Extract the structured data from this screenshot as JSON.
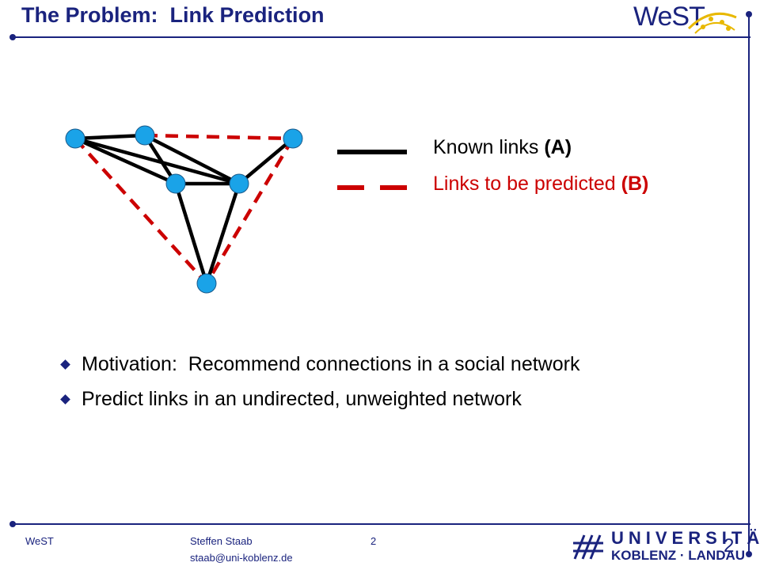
{
  "title": "The Problem:  Link Prediction",
  "logo": {
    "west": "WeST"
  },
  "graph": {
    "nodes": [
      {
        "id": "n1"
      },
      {
        "id": "n2"
      },
      {
        "id": "n3"
      },
      {
        "id": "n4"
      },
      {
        "id": "n5"
      },
      {
        "id": "n6"
      }
    ],
    "known_edges": [
      [
        "n1",
        "n2"
      ],
      [
        "n1",
        "n4"
      ],
      [
        "n1",
        "n5"
      ],
      [
        "n2",
        "n4"
      ],
      [
        "n2",
        "n5"
      ],
      [
        "n4",
        "n5"
      ],
      [
        "n5",
        "n3"
      ],
      [
        "n4",
        "n6"
      ],
      [
        "n5",
        "n6"
      ]
    ],
    "predicted_edges": [
      [
        "n2",
        "n3"
      ],
      [
        "n1",
        "n6"
      ],
      [
        "n3",
        "n6"
      ]
    ],
    "colors": {
      "node": "#1aa3e8",
      "known": "#000000",
      "predicted": "#cc0000"
    }
  },
  "legend": {
    "known_label": "Known links (A)",
    "predicted_label": "Links to be predicted (B)"
  },
  "bullets": [
    "Motivation:  Recommend connections in a social network",
    "Predict links in an undirected, unweighted network"
  ],
  "footer": {
    "org": "WeST",
    "author": "Steffen Staab",
    "email": "staab@uni-koblenz.de",
    "page": "2",
    "slide_number": "2",
    "university_line1": "UNIVERSITÄT",
    "university_line2": "KOBLENZ · LANDAU"
  },
  "colors": {
    "title": "#1a237e",
    "frame": "#1a237e"
  }
}
